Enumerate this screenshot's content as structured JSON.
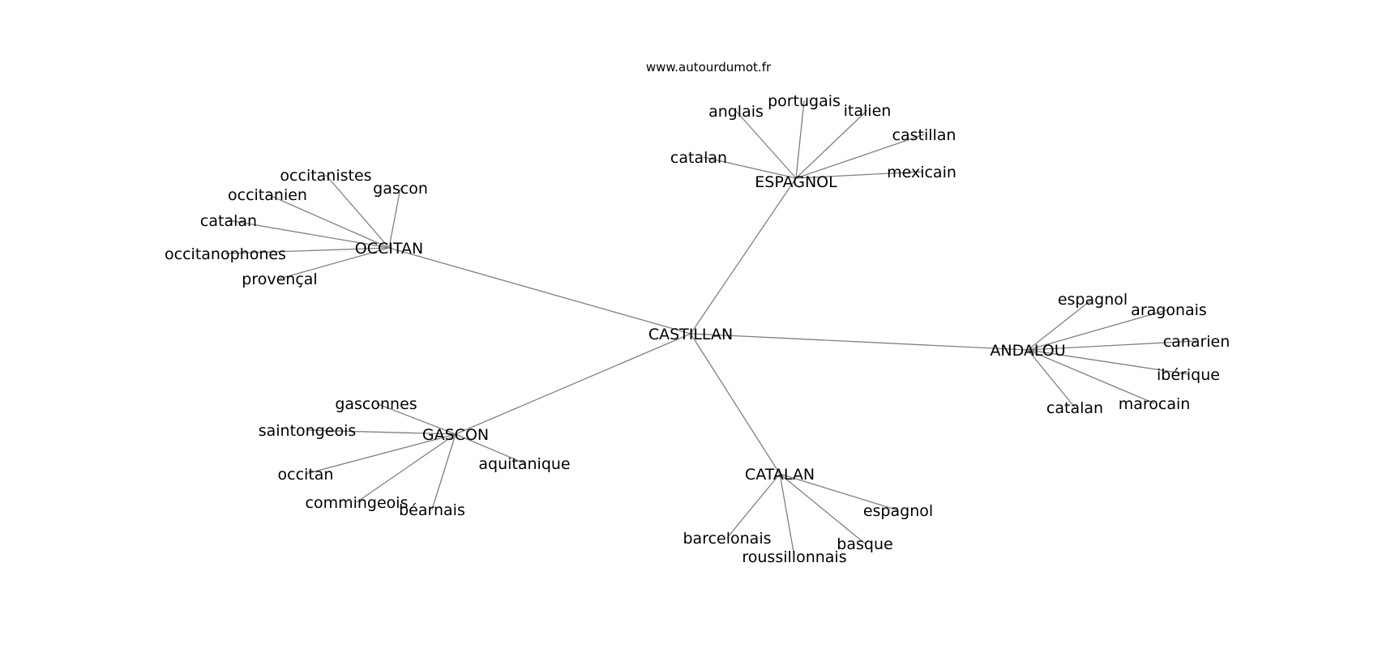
{
  "source": "www.autourdumot.fr",
  "center": {
    "id": "castillan",
    "label": "CASTILLAN"
  },
  "hubs": [
    {
      "id": "espagnol",
      "label": "ESPAGNOL",
      "words": [
        "catalan",
        "anglais",
        "portugais",
        "italien",
        "castillan",
        "mexicain"
      ]
    },
    {
      "id": "occitan",
      "label": "OCCITAN",
      "words": [
        "occitanistes",
        "gascon",
        "occitanien",
        "catalan",
        "occitanophones",
        "provençal"
      ]
    },
    {
      "id": "andalou",
      "label": "ANDALOU",
      "words": [
        "espagnol",
        "aragonais",
        "canarien",
        "ibérique",
        "marocain",
        "catalan"
      ]
    },
    {
      "id": "gascon",
      "label": "GASCON",
      "words": [
        "gasconnes",
        "saintongeois",
        "aquitanique",
        "occitan",
        "commingeois",
        "béarnais"
      ]
    },
    {
      "id": "catalan",
      "label": "CATALAN",
      "words": [
        "espagnol",
        "basque",
        "roussillonnais",
        "barcelonais"
      ]
    }
  ]
}
